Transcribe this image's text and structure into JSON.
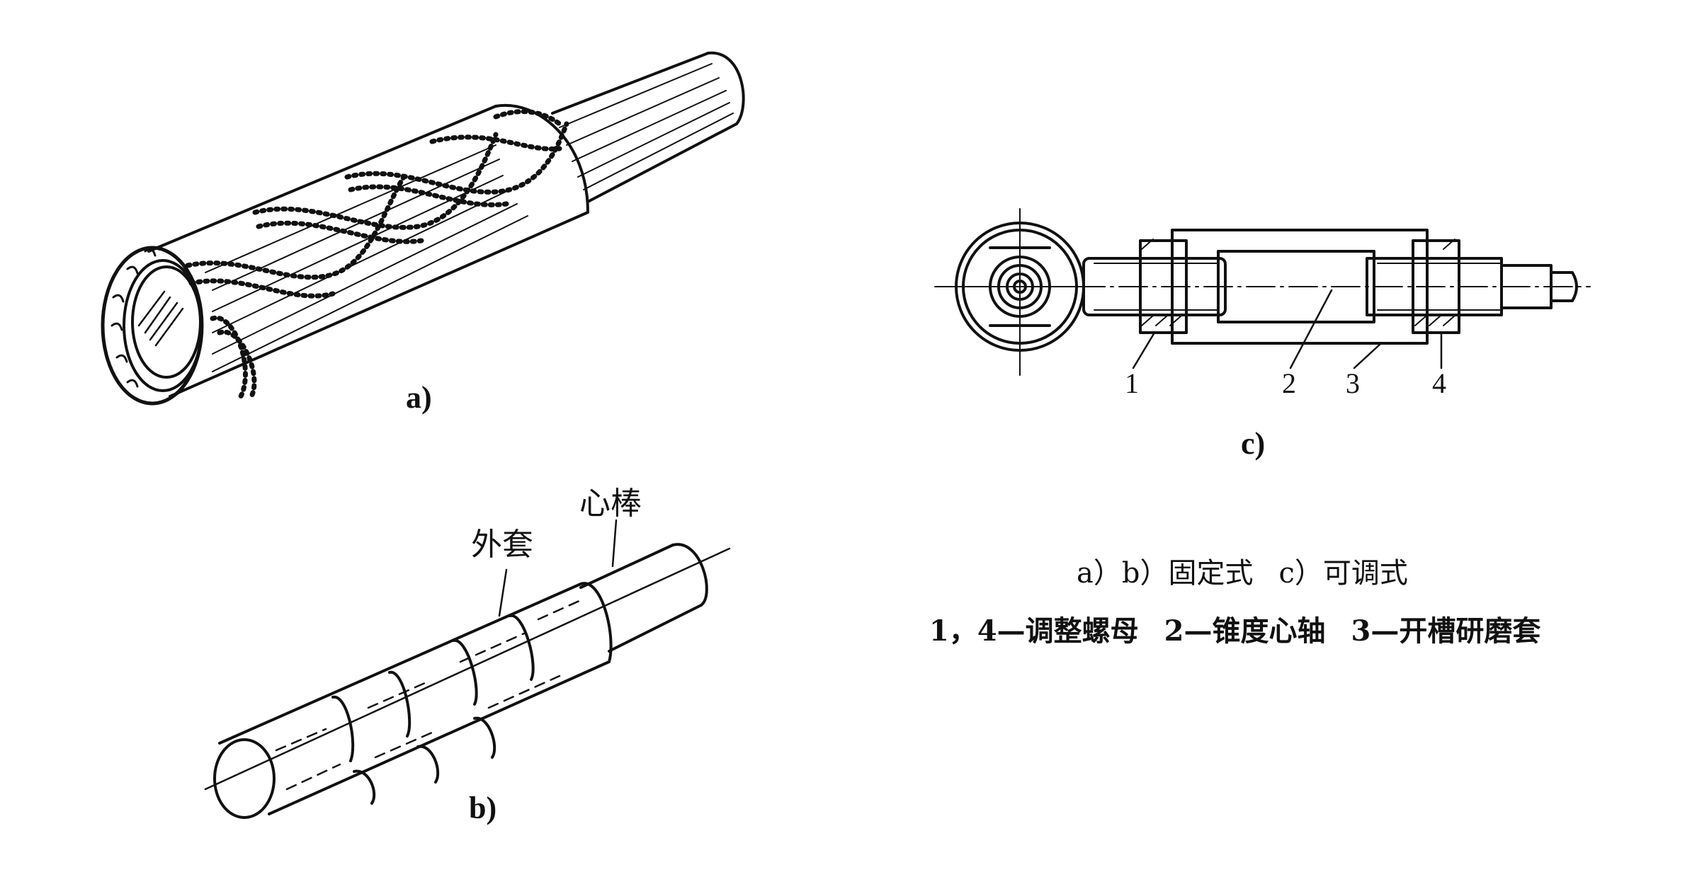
{
  "figure": {
    "panel_a": {
      "label": "a)"
    },
    "panel_b": {
      "label": "b)",
      "callouts": {
        "mandrel": "心棒",
        "sleeve": "外套"
      }
    },
    "panel_c": {
      "label": "c)",
      "part_numbers": [
        "1",
        "2",
        "3",
        "4"
      ]
    }
  },
  "caption": {
    "line1_a": "a）b）固定式",
    "line1_b": "c）可调式",
    "line2_a": "1，4—调整螺母",
    "line2_b": "2—锥度心轴",
    "line2_c": "3—开槽研磨套"
  }
}
